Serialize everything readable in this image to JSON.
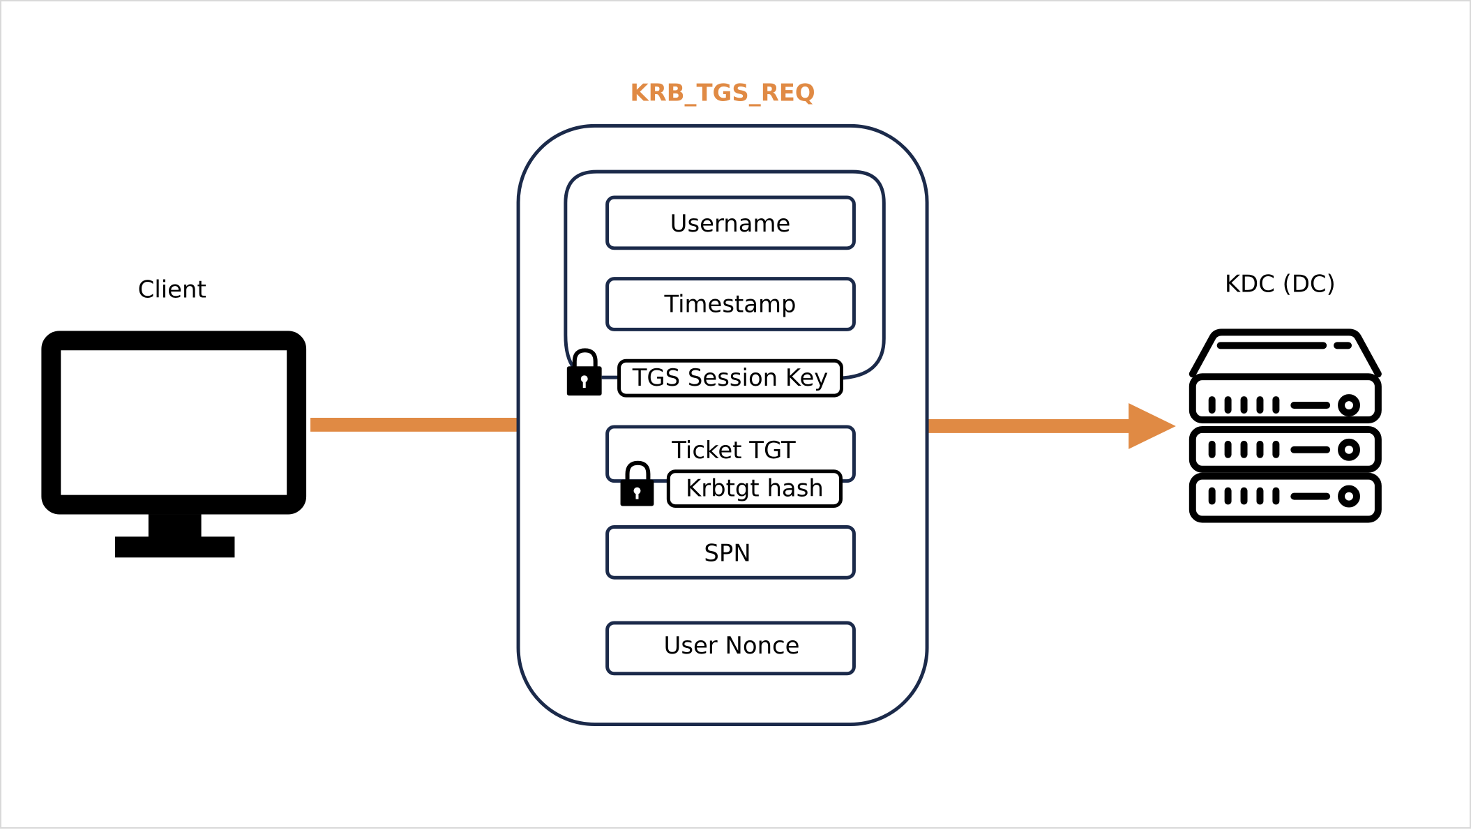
{
  "title": "KRB_TGS_REQ",
  "client": {
    "label": "Client"
  },
  "kdc": {
    "label": "KDC (DC)"
  },
  "fields": {
    "username": "Username",
    "timestamp": "Timestamp",
    "tgs_session_key": "TGS Session Key",
    "ticket_tgt": "Ticket TGT",
    "krbtgt_hash": "Krbtgt hash",
    "spn": "SPN",
    "user_nonce": "User Nonce"
  },
  "colors": {
    "accent": "#E08A44",
    "outline": "#1B2A4A",
    "icon": "#000000",
    "background": "#FFFFFF"
  },
  "icons": {
    "client": "computer-monitor-icon",
    "kdc": "server-rack-icon",
    "lock": "padlock-icon"
  }
}
